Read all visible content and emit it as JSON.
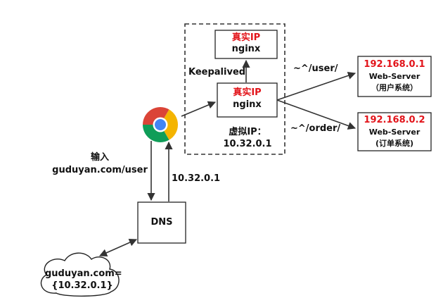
{
  "top_nginx": {
    "label_red": "真实IP",
    "label": "nginx"
  },
  "main_nginx": {
    "label_red": "真实IP",
    "label": "nginx"
  },
  "keepalived": "Keepalived",
  "virtual_ip": {
    "line1": "虚拟IP：",
    "line2": "10.32.0.1"
  },
  "route_user": "~^/user/",
  "route_order": "~^/order/",
  "server1": {
    "ip": "192.168.0.1",
    "title": "Web-Server",
    "desc": "（用户系统）"
  },
  "server2": {
    "ip": "192.168.0.2",
    "title": "Web-Server",
    "desc": "(订单系统)"
  },
  "input_label": {
    "line1": "输入",
    "line2": "guduyan.com/user"
  },
  "dns_reply": "10.32.0.1",
  "dns": "DNS",
  "cloud": {
    "line1": "guduyan.com=",
    "line2": "{10.32.0.1}"
  },
  "colors": {
    "accent_red": "#e2141a",
    "line": "#333333"
  },
  "icons": {
    "browser": "chrome-browser-icon"
  }
}
